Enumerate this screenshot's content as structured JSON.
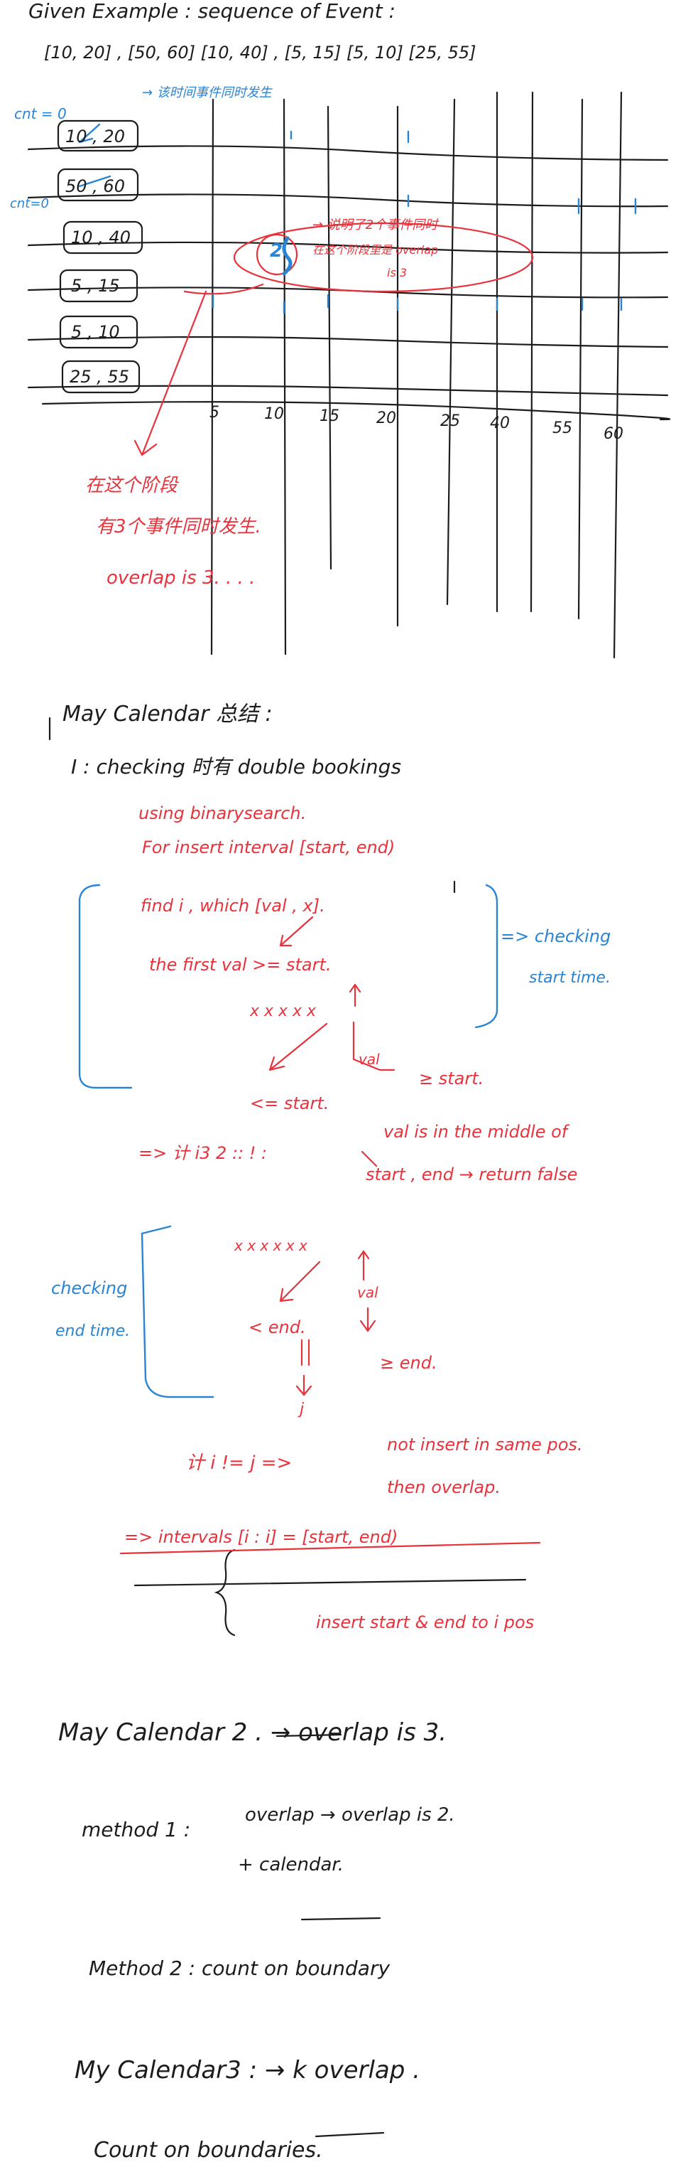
{
  "title": "Given Example : sequence of Event :",
  "intervals_line": "[10, 20] , [50, 60] [10, 40] , [5, 15] [5, 10] [25, 55]",
  "cnt_labels": [
    "cnt = 0",
    "cnt=0"
  ],
  "blue_note": "→ 该时间事件同时发生",
  "row_labels": [
    "10 , 20",
    "50 , 60",
    "10 , 40",
    "5 , 15",
    "5 , 10",
    "25 , 55"
  ],
  "axis_ticks": [
    "5",
    "10",
    "15",
    "20",
    "25",
    "40",
    "55",
    "60"
  ],
  "circle_number": "2",
  "red_note": [
    "→ 说明了2个事件同时",
    "在这个阶段里是 overlap",
    "is 3"
  ],
  "red_explain": [
    "在这个阶段",
    "有3个事件同时发生.",
    "overlap is 3. . . ."
  ],
  "cal1": {
    "heading": "May Calendar 总结 :",
    "item": "I : checking 时有 double bookings",
    "using": "using binarysearch.",
    "for_line": "For insert interval [start, end)",
    "find": "find i , which [val , x].",
    "first_val": "the first val >= start.",
    "xs_top": "x x   x  x   x",
    "val1": "val",
    "le_start": "<= start.",
    "ge_start": "≥ start.",
    "check_start": [
      "=> checking",
      "start time."
    ],
    "if_eq": "=> 计 i3 2 :: ! :",
    "val_middle": [
      "val is in the middle of",
      "start , end → return false"
    ],
    "xs_bottom": "x   x   x   x     x    x",
    "check_end": [
      "checking",
      "end time."
    ],
    "val2": "val",
    "lt_end": "< end.",
    "ge_end": "≥ end.",
    "j": "j",
    "if_neq": "计 i != j =>",
    "not_insert": [
      "not insert in same pos.",
      "then overlap."
    ],
    "intervals_assign": "=> intervals [i : i] = [start, end)",
    "insert_line": "insert start & end to i pos"
  },
  "cal2": {
    "heading": "May Calendar 2 . → overlap is 3.",
    "method1": "method 1 :",
    "m1_lines": [
      "overlap → overlap is 2.",
      "+ calendar."
    ],
    "method2": "Method 2 :   count on boundary"
  },
  "cal3": {
    "heading": "My Calendar3 : → k overlap .",
    "line": "Count on boundaries."
  },
  "colors": {
    "ink": "#1c1c1c",
    "red": "#e8323c",
    "blue": "#2a84d4"
  }
}
